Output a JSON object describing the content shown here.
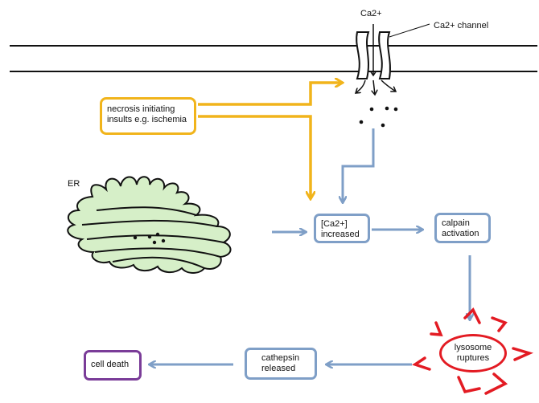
{
  "labels": {
    "ca_ion": "Ca2+",
    "ca_channel": "Ca2+ channel",
    "er": "ER"
  },
  "boxes": {
    "necrosis_line1": "necrosis initiating",
    "necrosis_line2": "insults e.g. ischemia",
    "ca_increased_line1": "[Ca2+]",
    "ca_increased_line2": "increased",
    "calpain_line1": "calpain",
    "calpain_line2": "activation",
    "lysosome_line1": "lysosome",
    "lysosome_line2": "ruptures",
    "cathepsin_line1": "cathepsin",
    "cathepsin_line2": "released",
    "cell_death": "cell death"
  },
  "colors": {
    "blue_arrow": "#7f9fc7",
    "yellow_arrow": "#f1b41b",
    "red_burst": "#e31b23",
    "purple_box": "#7a3c98",
    "er_fill": "#d6efc8"
  }
}
